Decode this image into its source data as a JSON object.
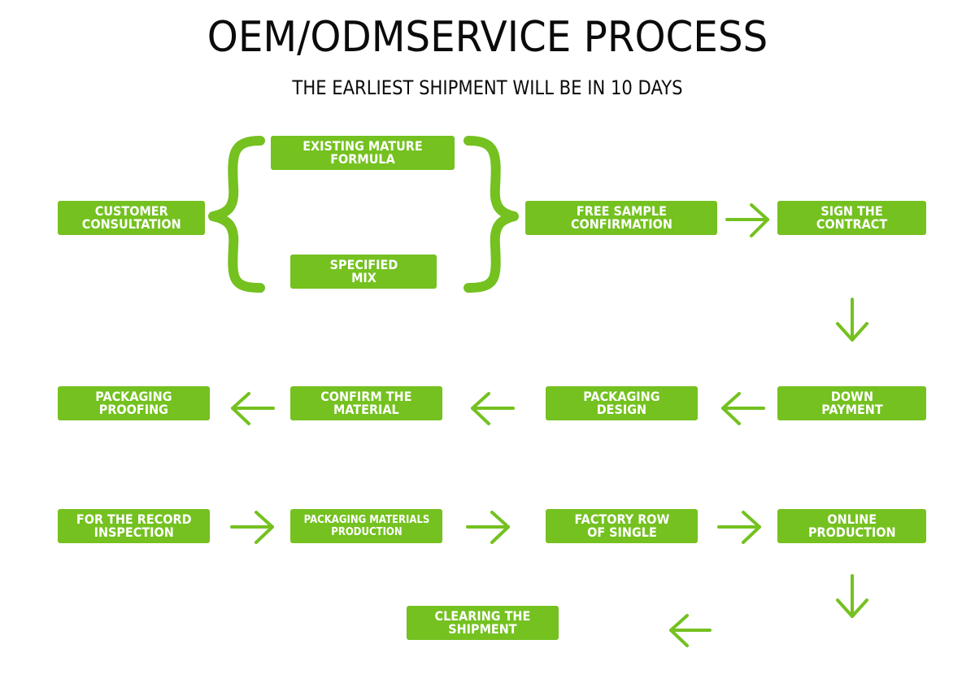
{
  "title": "OEM/ODMSERVICE PROCESS",
  "subtitle": "THE EARLIEST SHIPMENT WILL BE IN 10 DAYS",
  "colors": {
    "accent": "#74c120",
    "text": "#0b0b0b",
    "box_text": "#ffffff"
  },
  "steps": {
    "customer_consultation": "CUSTOMER\nCONSULTATION",
    "existing_mature_formula": "EXISTING MATURE\nFORMULA",
    "specified_mix": "SPECIFIED\nMIX",
    "free_sample_confirmation": "FREE SAMPLE\nCONFIRMATION",
    "sign_the_contract": "SIGN THE\nCONTRACT",
    "down_payment": "DOWN\nPAYMENT",
    "packaging_design": "PACKAGING\nDESIGN",
    "confirm_the_material": "CONFIRM THE\nMATERIAL",
    "packaging_proofing": "PACKAGING\nPROOFING",
    "for_the_record_inspection": "FOR THE RECORD\nINSPECTION",
    "packaging_materials_production": "PACKAGING MATERIALS\nPRODUCTION",
    "factory_row_of_single": "FACTORY ROW\nOF SINGLE",
    "online_production": "ONLINE\nPRODUCTION",
    "clearing_the_shipment": "CLEARING THE\nSHIPMENT"
  },
  "flow": [
    "customer_consultation",
    [
      "existing_mature_formula",
      "specified_mix"
    ],
    "free_sample_confirmation",
    "sign_the_contract",
    "down_payment",
    "packaging_design",
    "confirm_the_material",
    "packaging_proofing",
    "for_the_record_inspection",
    "packaging_materials_production",
    "factory_row_of_single",
    "online_production",
    "clearing_the_shipment"
  ]
}
